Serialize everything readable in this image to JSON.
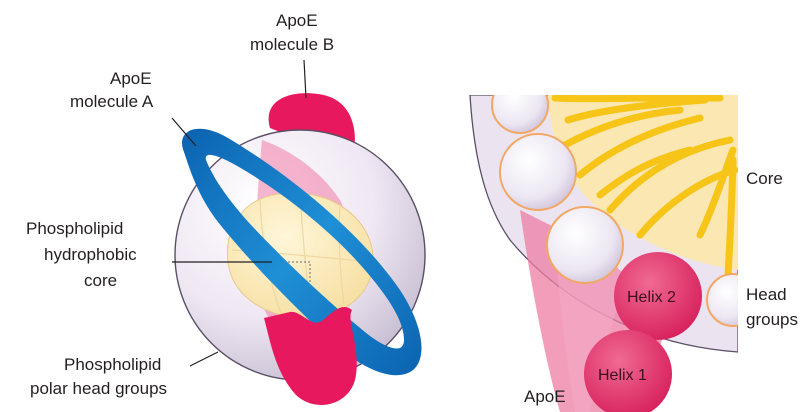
{
  "labels": {
    "apoe_a_line1": "ApoE",
    "apoe_a_line2": "molecule A",
    "apoe_b_line1": "ApoE",
    "apoe_b_line2": "molecule B",
    "core_line1": "Phospholipid",
    "core_line2": "hydrophobic",
    "core_line3": "core",
    "head_line1": "Phospholipid",
    "head_line2": "polar head groups",
    "core_right": "Core",
    "head_right_line1": "Head",
    "head_right_line2": "groups",
    "helix1": "Helix 1",
    "helix2": "Helix 2",
    "apoe_right": "ApoE"
  },
  "colors": {
    "apoe_a_blue": "#0a78c2",
    "apoe_b_magenta": "#e8185f",
    "core_cream": "#fbe7b2",
    "lipid_yellow": "#f7c418",
    "head_group_lavender": "#ece4f1",
    "head_group_outline": "#f2a864"
  }
}
